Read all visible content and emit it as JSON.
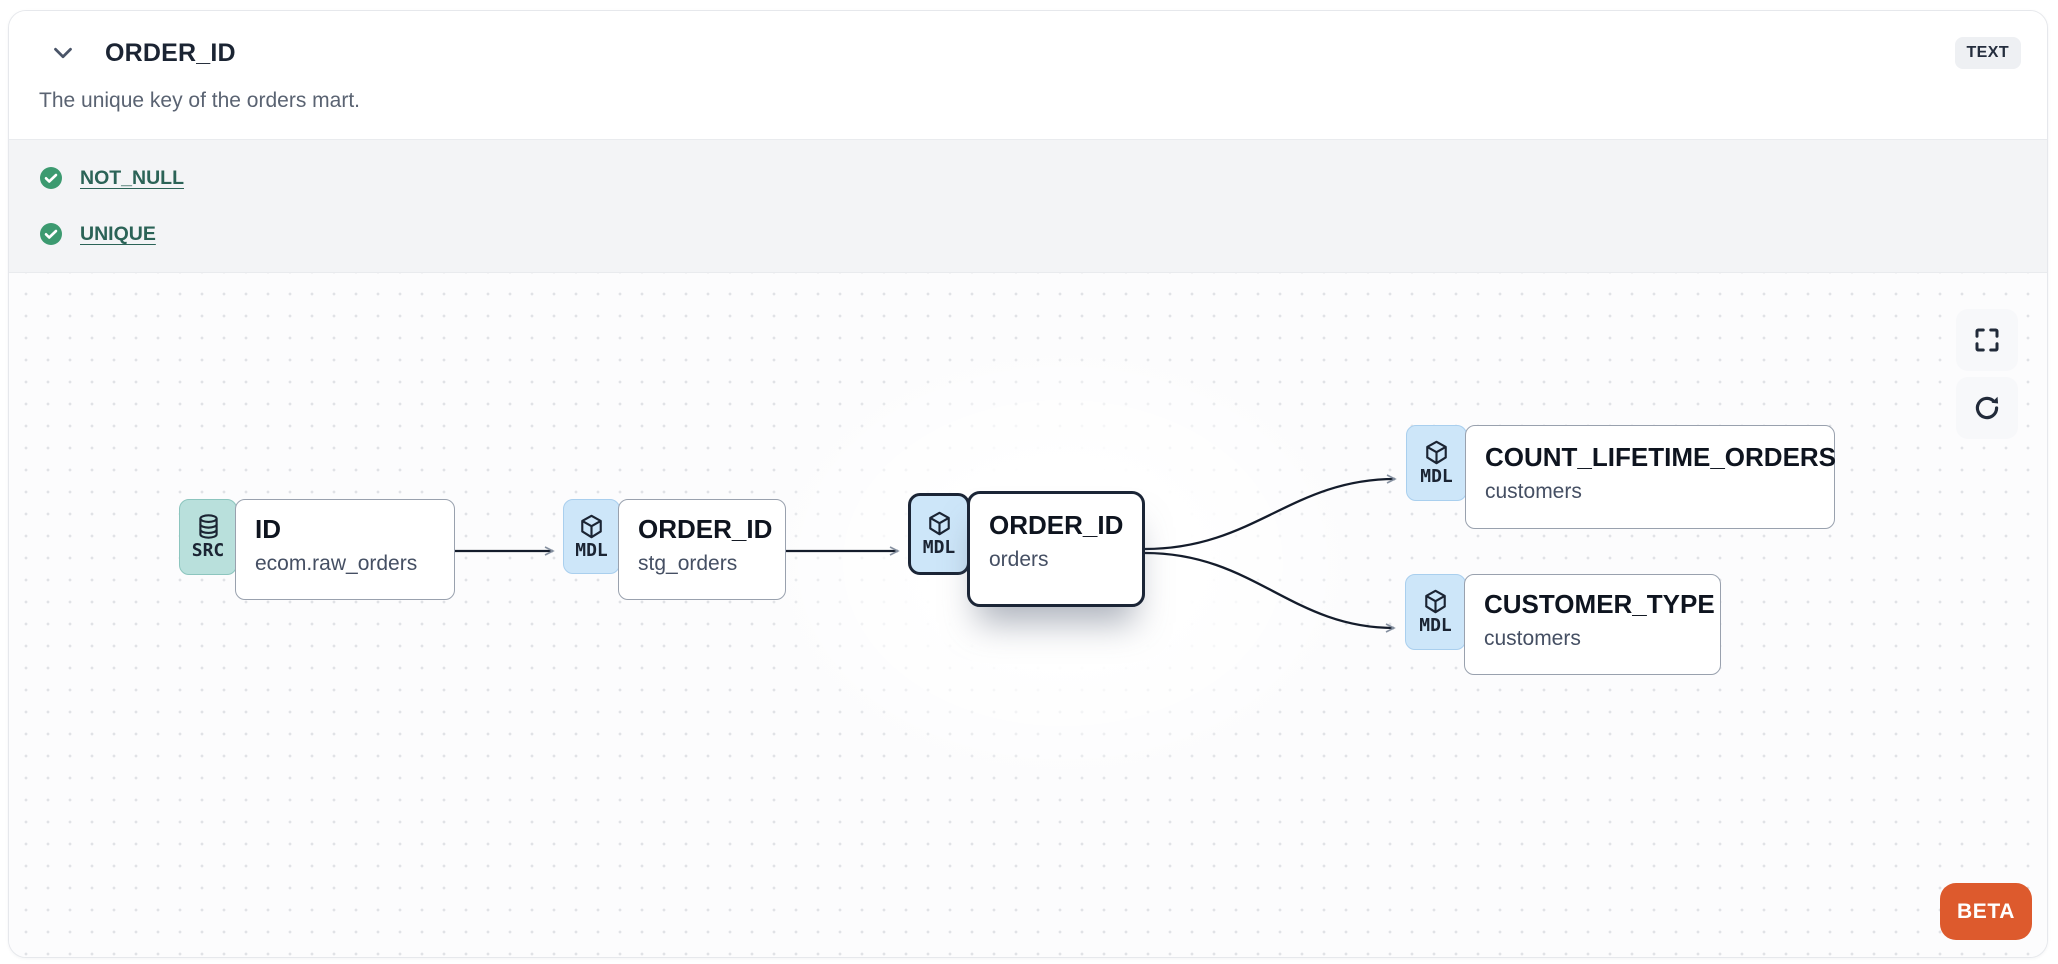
{
  "header": {
    "title": "ORDER_ID",
    "type_badge": "TEXT",
    "description": "The unique key of the orders mart."
  },
  "tests": {
    "items": [
      {
        "label": "NOT_NULL",
        "status": "pass"
      },
      {
        "label": "UNIQUE",
        "status": "pass"
      }
    ]
  },
  "lineage": {
    "nodes": [
      {
        "badge": "SRC",
        "icon": "database-icon",
        "title": "ID",
        "subtitle": "ecom.raw_orders",
        "selected": false
      },
      {
        "badge": "MDL",
        "icon": "cube-icon",
        "title": "ORDER_ID",
        "subtitle": "stg_orders",
        "selected": false
      },
      {
        "badge": "MDL",
        "icon": "cube-icon",
        "title": "ORDER_ID",
        "subtitle": "orders",
        "selected": true
      },
      {
        "badge": "MDL",
        "icon": "cube-icon",
        "title": "COUNT_LIFETIME_ORDERS",
        "subtitle": "customers",
        "selected": false
      },
      {
        "badge": "MDL",
        "icon": "cube-icon",
        "title": "CUSTOMER_TYPE",
        "subtitle": "customers",
        "selected": false
      }
    ],
    "edges": [
      {
        "from": "ID (ecom.raw_orders)",
        "to": "ORDER_ID (stg_orders)"
      },
      {
        "from": "ORDER_ID (stg_orders)",
        "to": "ORDER_ID (orders)"
      },
      {
        "from": "ORDER_ID (orders)",
        "to": "COUNT_LIFETIME_ORDERS (customers)"
      },
      {
        "from": "ORDER_ID (orders)",
        "to": "CUSTOMER_TYPE (customers)"
      }
    ],
    "controls": [
      "fullscreen",
      "refresh"
    ],
    "beta_label": "BETA"
  },
  "colors": {
    "accent_orange": "#dd5a2d",
    "check_green": "#3c9a70",
    "test_link": "#2b6357",
    "mdl_badge_bg": "#cde6f9",
    "src_badge_bg": "#b9e0dc",
    "selected_border": "#1b2536",
    "canvas_dot": "#e0e2e6"
  }
}
